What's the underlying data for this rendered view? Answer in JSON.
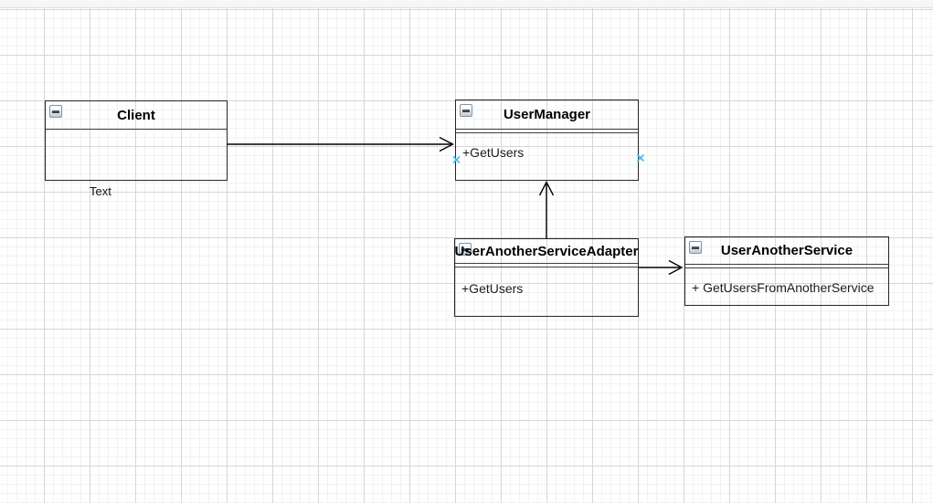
{
  "app": {
    "canvas_name": "diagram-canvas"
  },
  "colors": {
    "shape_stroke": "#262626",
    "divider_stroke": "#3f3f3f",
    "arrow_stroke": "#000000",
    "connection_point_blue": "#3dbdf5",
    "grid_minor": "#f1f2f3",
    "grid_major": "#d6d7d8",
    "canvas_background": "#ffffff"
  },
  "icons": {
    "collapse": "minus-square-icon",
    "connection_point": "x-cross-icon"
  },
  "diagram": {
    "classes": [
      {
        "title": "Client",
        "members": []
      },
      {
        "title": "UserManager",
        "members": [
          "+GetUsers"
        ]
      },
      {
        "title": "UserAnotherServiceAdapter",
        "members": [
          "+GetUsers"
        ]
      },
      {
        "title": "UserAnotherService",
        "members": [
          "+ GetUsersFromAnotherService"
        ]
      }
    ],
    "free_labels": [
      {
        "text": "Text"
      }
    ],
    "connectors": [
      {
        "from": "Client",
        "to": "UserManager",
        "style": "open-arrow"
      },
      {
        "from": "UserAnotherServiceAdapter",
        "to": "UserManager",
        "style": "open-arrow"
      },
      {
        "from": "UserAnotherServiceAdapter",
        "to": "UserAnotherService",
        "style": "open-arrow"
      }
    ]
  }
}
